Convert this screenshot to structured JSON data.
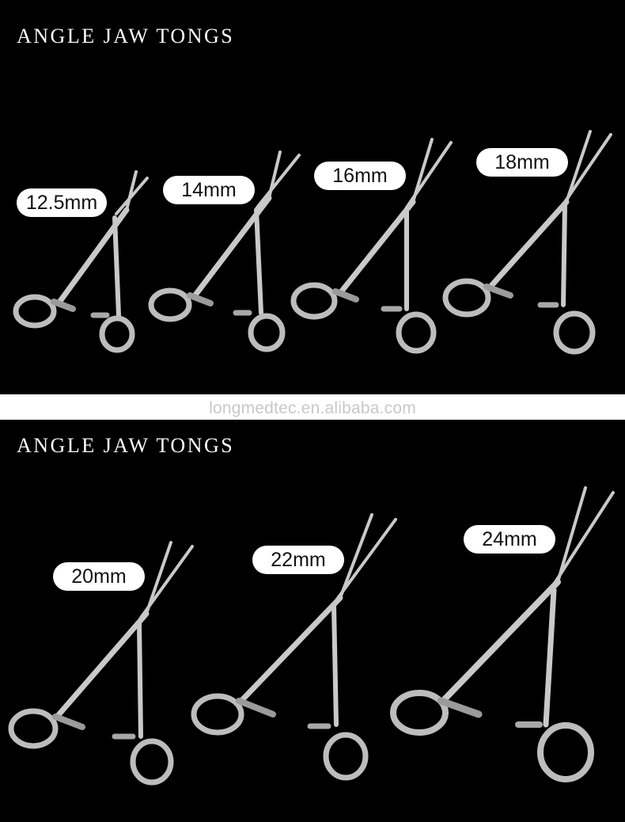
{
  "top_panel": {
    "title": "ANGLE JAW TONGS",
    "sizes": [
      "12.5mm",
      "14mm",
      "16mm",
      "18mm"
    ]
  },
  "watermark": "longmedtec.en.alibaba.com",
  "bottom_panel": {
    "title": "ANGLE JAW TONGS",
    "sizes": [
      "20mm",
      "22mm",
      "24mm"
    ]
  },
  "colors": {
    "background": "#000000",
    "band": "#ffffff",
    "label_bg": "#ffffff",
    "label_text": "#111111",
    "title_text": "#ffffff",
    "watermark_text": "#c8c8c8"
  },
  "icons": [
    "angle-jaw-tong-illustration"
  ]
}
